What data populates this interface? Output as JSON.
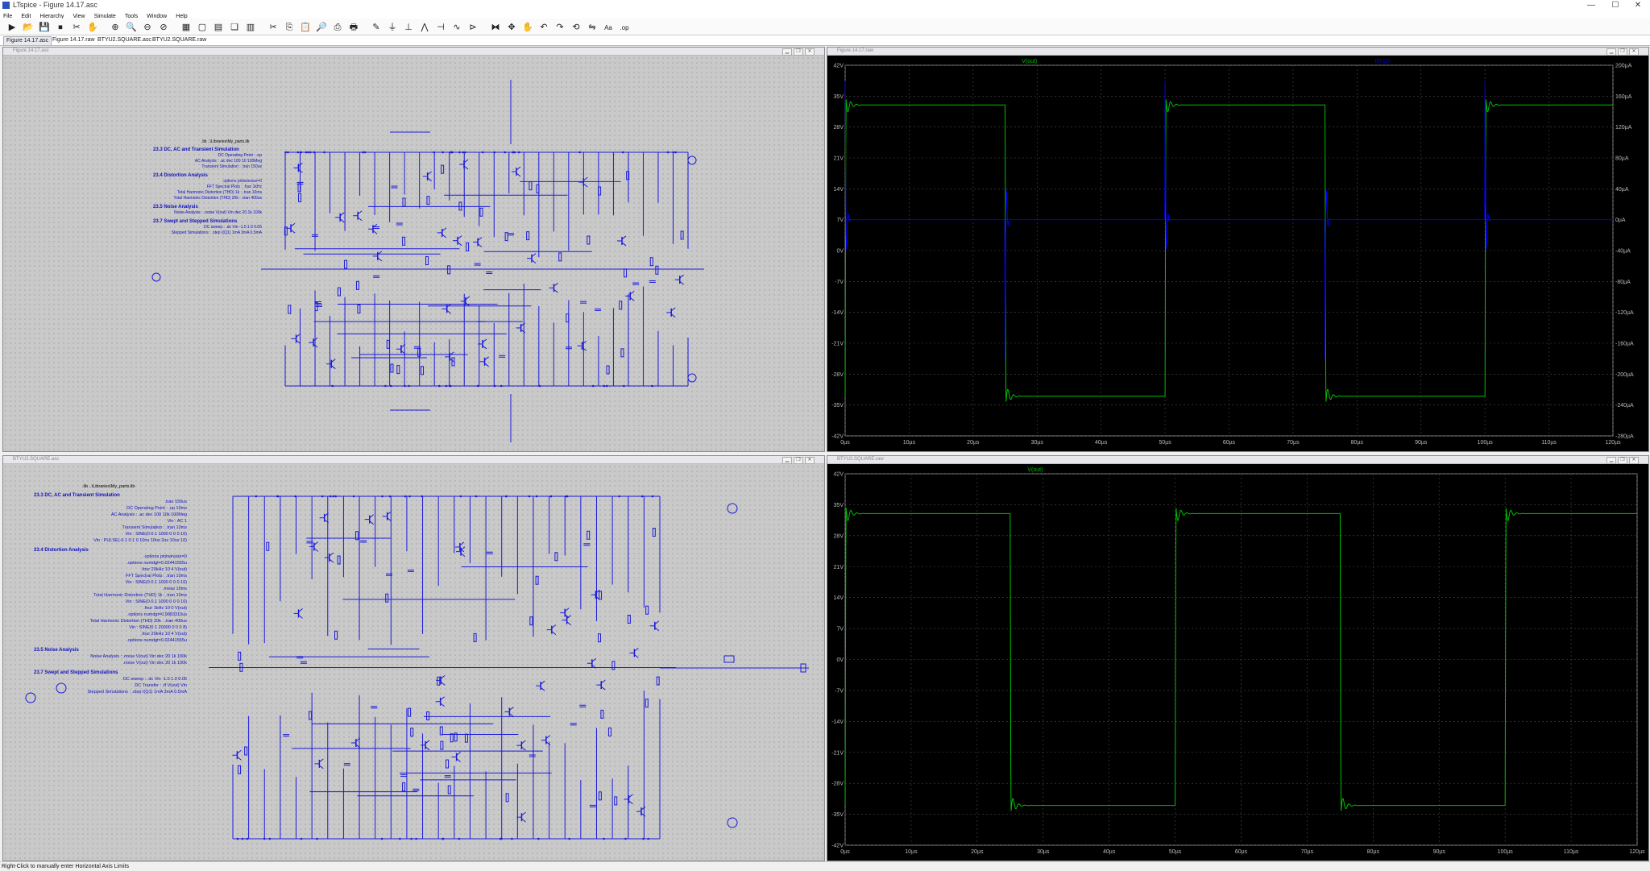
{
  "app": {
    "title": "LTspice - Figure 14.17.asc",
    "window_controls": [
      "—",
      "☐",
      "✕"
    ]
  },
  "menu": [
    "File",
    "Edit",
    "Hierarchy",
    "View",
    "Simulate",
    "Tools",
    "Window",
    "Help"
  ],
  "tabs": [
    {
      "label": "Figure 14.17.asc",
      "active": true
    },
    {
      "label": "Figure 14.17.raw",
      "active": false
    },
    {
      "label": "BTYU2.SQUARE.asc",
      "active": false
    },
    {
      "label": "BTYU2.SQUARE.raw",
      "active": false
    }
  ],
  "panes": {
    "top_schematic": {
      "title": "Figure 14.17.asc"
    },
    "top_waveform": {
      "title": "Figure 14.17.raw"
    },
    "bottom_schematic": {
      "title": "BTYU2.SQUARE.asc"
    },
    "bottom_waveform": {
      "title": "BTYU2.SQUARE.raw"
    }
  },
  "sim_notes_top": {
    "lib": ".lib ..\\Libraries\\My_parts.lib",
    "sections": [
      {
        "heading": "23.3 DC, AC and Transient Simulation",
        "lines": [
          "DC Operating Point : .op",
          "AC Analysis : .ac dec 100 10 100Meg",
          "Transient Simulation : .tran 150us"
        ]
      },
      {
        "heading": "23.4 Distortion Analysis",
        "lines": [
          ".options plotwinsize=0",
          "FFT Spectral Plots : .four 1kHz",
          "Total Harmonic Distortion (THD) 1k : .tran 10ms",
          "Total Harmonic Distortion (THD) 20k : .tran 400us"
        ]
      },
      {
        "heading": "23.5 Noise Analysis",
        "lines": [
          "Noise Analysis : .noise V(out) Vin dec 20 1k 100k"
        ]
      },
      {
        "heading": "23.7 Swept and Stepped Simulations",
        "lines": [
          "DC sweep : .dc Vin -1.0 1.0 0.05",
          "Stepped Simulations : .step I(Q1) 1mA 3mA 0.5mA"
        ]
      }
    ]
  },
  "sim_notes_bottom": {
    "lib": ".lib ..\\Libraries\\My_parts.lib",
    "sections": [
      {
        "heading": "23.3 DC, AC and Transient Simulation",
        "lines": [
          ".tran 150us",
          "DC Operating Point : .op 10ms",
          "AC Analysis : .ac dec 100 10k 100Meg",
          "Vin : AC 1",
          "Transient Simulation : .tran 10ms",
          "Vin : SINE(0 0.1 1000 0 0 0 10)",
          "Vin : PULSE(-0.1 0.1 0 10ns 10ns 2us 10us 10)"
        ]
      },
      {
        "heading": "23.4 Distortion Analysis",
        "lines": [
          ".options plotwinsize=0",
          ".options numdgt=0.02441555u",
          ".four 20kHz 10 4 V(out)",
          "FFT Spectral Plots : .tran 10ms",
          "Vin : SINE(0 0.1 1000 0 0 0 10)",
          ".meas 10ms",
          "Total Harmonic Distortion (THD) 1k : .tran 10ms",
          "Vin : SINE(0 0.1 1000 0 0 0 10)",
          ".four 1kHz 10 0 V(out)",
          ".options numdgt=0.9883310us",
          "Total Harmonic Distortion (THD) 20k : .tran 400us",
          "Vin : SINE(0 1 20000 0 0 0 8)",
          ".four 20kHz 10 4 V(out)",
          ".options numdgt=0.02441555u"
        ]
      },
      {
        "heading": "23.5 Noise Analysis",
        "lines": [
          "Noise Analysis : .noise V(out) Vin dec 20 1k 100k",
          ".noise V(out) Vin dec 20 1k 100k"
        ]
      },
      {
        "heading": "23.7 Swept and Stepped Simulations",
        "lines": [
          "DC sweep : .dc Vin -1.0 1.0 0.05",
          "DC Transfer : .tf V(out) Vin",
          "Stepped Simulations : .step I(Q1) 1mA 3mA 0.5mA"
        ]
      }
    ]
  },
  "chart_data": [
    {
      "type": "line",
      "pane": "top_waveform",
      "title": "",
      "series": [
        {
          "name": "V(out)",
          "color": "#00c000",
          "axis": "left"
        },
        {
          "name": "I(R12)",
          "color": "#0000ff",
          "axis": "right"
        }
      ],
      "x_ticks": [
        "0µs",
        "10µs",
        "20µs",
        "30µs",
        "40µs",
        "50µs",
        "60µs",
        "70µs",
        "80µs",
        "90µs",
        "100µs",
        "110µs",
        "120µs"
      ],
      "xlim": [
        0,
        120
      ],
      "y_left_ticks": [
        "42V",
        "35V",
        "28V",
        "21V",
        "14V",
        "7V",
        "0V",
        "-7V",
        "-14V",
        "-21V",
        "-28V",
        "-35V",
        "-42V"
      ],
      "ylim_left": [
        -42,
        42
      ],
      "y_right_ticks": [
        "200µA",
        "160µA",
        "120µA",
        "80µA",
        "40µA",
        "0µA",
        "-40µA",
        "-80µA",
        "-120µA",
        "-160µA",
        "-200µA",
        "-240µA",
        "-280µA"
      ],
      "ylim_right": [
        -280,
        200
      ],
      "v_high": 33,
      "v_low": -33,
      "period_us": 50,
      "duty": 0.5,
      "first_edge_us": 0
    },
    {
      "type": "line",
      "pane": "bottom_waveform",
      "title": "",
      "series": [
        {
          "name": "V(out)",
          "color": "#00c000",
          "axis": "left"
        }
      ],
      "x_ticks": [
        "0µs",
        "10µs",
        "20µs",
        "30µs",
        "40µs",
        "50µs",
        "60µs",
        "70µs",
        "80µs",
        "90µs",
        "100µs",
        "110µs",
        "120µs"
      ],
      "xlim": [
        0,
        120
      ],
      "y_left_ticks": [
        "42V",
        "35V",
        "28V",
        "21V",
        "14V",
        "7V",
        "0V",
        "-7V",
        "-14V",
        "-21V",
        "-28V",
        "-35V",
        "-42V"
      ],
      "ylim_left": [
        -42,
        42
      ],
      "v_high": 33,
      "v_low": -33,
      "period_us": 50,
      "duty": 0.5,
      "first_edge_us": 0
    }
  ],
  "status": "Right-Click to manually enter Horizontal Axis Limits",
  "colors": {
    "schematic_wire": "#1a1adc",
    "trace_green": "#00c000",
    "trace_blue": "#0000ff",
    "plot_bg": "#000000",
    "grid": "#4a4a4a"
  }
}
